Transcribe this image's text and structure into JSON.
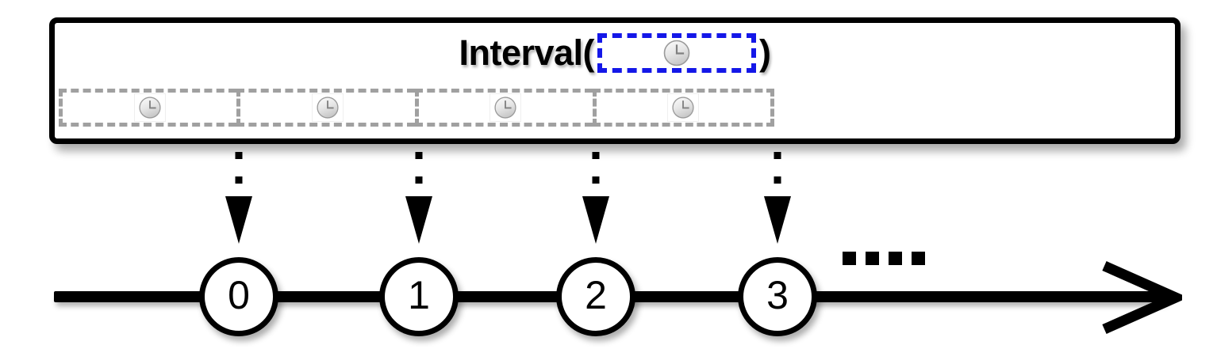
{
  "diagram": {
    "title_prefix": "Interval(",
    "title_suffix": ")",
    "argument_icon": "clock-icon",
    "argument_box_color": "#1417E8",
    "sequence_box_color": "#A0A0A0",
    "frame_color": "#000000",
    "background_color": "#FFFFFF"
  },
  "sequence": {
    "cells": [
      {
        "icon": "clock-icon",
        "maps_to": "0"
      },
      {
        "icon": "clock-icon",
        "maps_to": "1"
      },
      {
        "icon": "clock-icon",
        "maps_to": "2"
      },
      {
        "icon": "clock-icon",
        "maps_to": "3"
      }
    ]
  },
  "timeline": {
    "nodes": [
      {
        "label": "0"
      },
      {
        "label": "1"
      },
      {
        "label": "2"
      },
      {
        "label": "3"
      }
    ],
    "continuation": "....",
    "arrow_direction": "right"
  },
  "arrows": {
    "count": 4,
    "style": "dotted-down-arrow"
  }
}
